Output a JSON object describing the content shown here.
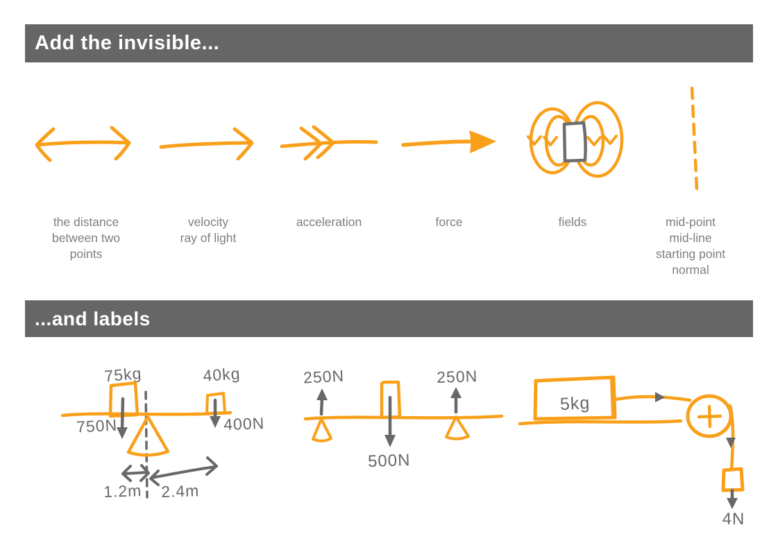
{
  "colors": {
    "orange": "#F9A01B",
    "banner_bg": "#666666",
    "banner_text": "#FFFFFF",
    "label_text": "#7F7F7F",
    "sketch_gray": "#686868",
    "magnet_gray": "#6E6E6E"
  },
  "banners": {
    "top": "Add the invisible...",
    "bottom": "...and labels"
  },
  "symbols": [
    {
      "id": "distance",
      "icon": "double-headed-arrow",
      "lines": [
        "the distance",
        "between two",
        "points"
      ]
    },
    {
      "id": "velocity",
      "icon": "open-head-arrow",
      "lines": [
        "velocity",
        "ray of light"
      ]
    },
    {
      "id": "acceleration",
      "icon": "double-chevron-arrow",
      "lines": [
        "acceleration"
      ]
    },
    {
      "id": "force",
      "icon": "solid-head-arrow",
      "lines": [
        "force"
      ]
    },
    {
      "id": "fields",
      "icon": "magnet-with-field-loops",
      "lines": [
        "fields"
      ]
    },
    {
      "id": "reference-lines",
      "icon": "dashed-line",
      "lines": [
        "mid-point",
        "mid-line",
        "starting point",
        "normal"
      ]
    }
  ],
  "diagrams": {
    "seesaw": {
      "mass_left": "75kg",
      "mass_right": "40kg",
      "force_left": "750N",
      "force_right": "400N",
      "distance_left": "1.2m",
      "distance_right": "2.4m"
    },
    "balanced_beam": {
      "reaction_left": "250N",
      "reaction_right": "250N",
      "load": "500N"
    },
    "pulley": {
      "mass": "5kg",
      "tension": "4N"
    }
  }
}
